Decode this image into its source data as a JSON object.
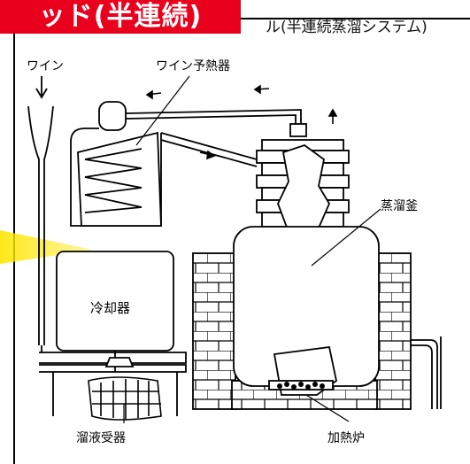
{
  "header": {
    "banner_text": "ッド(半連続)",
    "caption": "ル(半連続蒸溜システム)"
  },
  "labels": {
    "wine_in": "ワイン",
    "preheater": "ワイン予熱器",
    "still_pot": "蒸溜釜",
    "cooler": "冷却器",
    "receiver": "溜液受器",
    "furnace": "加熱炉"
  },
  "colors": {
    "banner": "#e8001c",
    "highlight": "#ffe600",
    "line": "#000000"
  }
}
